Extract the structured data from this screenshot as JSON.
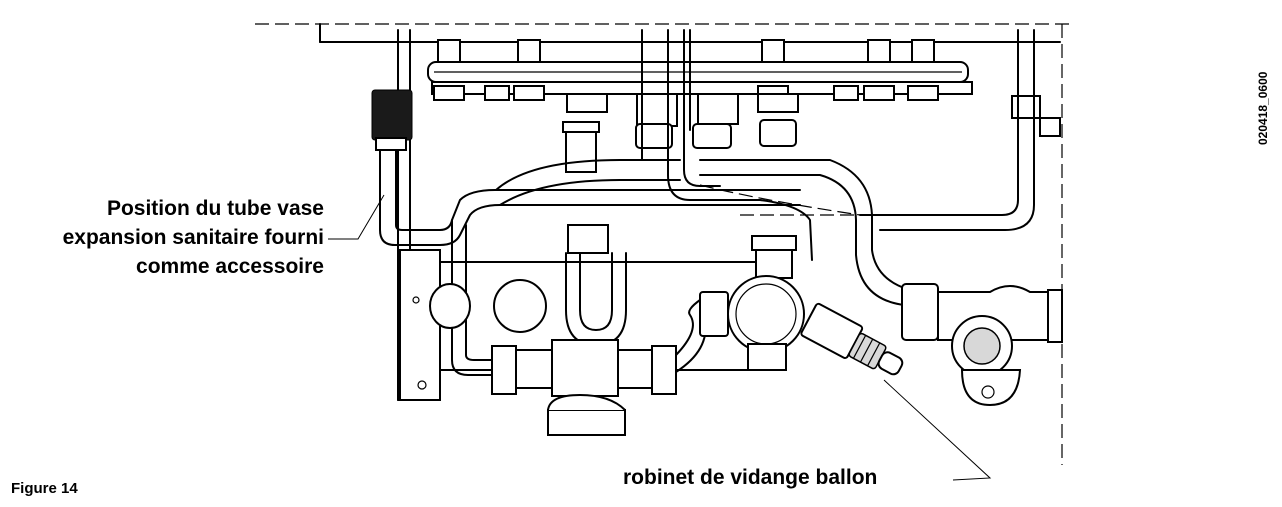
{
  "labels": {
    "expansion_tube": [
      "Position du tube vase",
      "expansion sanitaire fourni",
      "comme accessoire"
    ],
    "drain_valve": "robinet de vidange ballon",
    "figure_caption": "Figure 14",
    "document_code": "020418_0600"
  }
}
